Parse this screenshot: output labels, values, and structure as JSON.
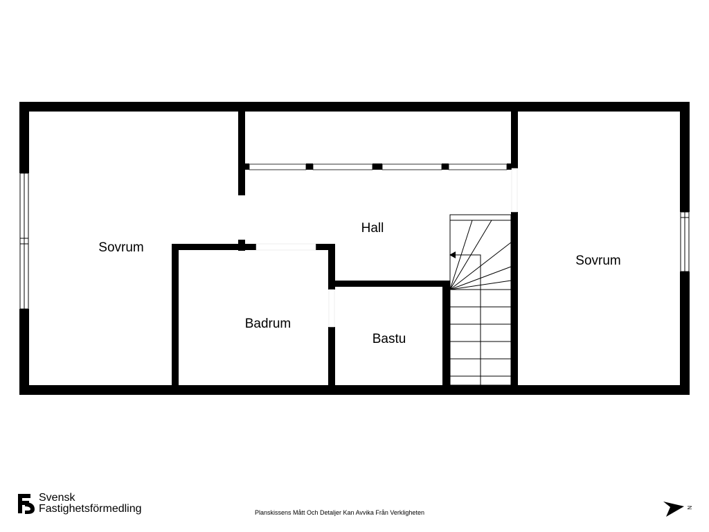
{
  "rooms": {
    "sovrum_left": "Sovrum",
    "hall": "Hall",
    "badrum": "Badrum",
    "bastu": "Bastu",
    "sovrum_right": "Sovrum"
  },
  "brand": {
    "line1": "Svensk",
    "line2": "Fastighetsförmedling"
  },
  "disclaimer": "Planskissens Mått Och Detaljer Kan Avvika Från Verkligheten",
  "compass": {
    "label": "N",
    "icon": "north-arrow-icon"
  },
  "colors": {
    "wall": "#000000",
    "background": "#ffffff"
  }
}
